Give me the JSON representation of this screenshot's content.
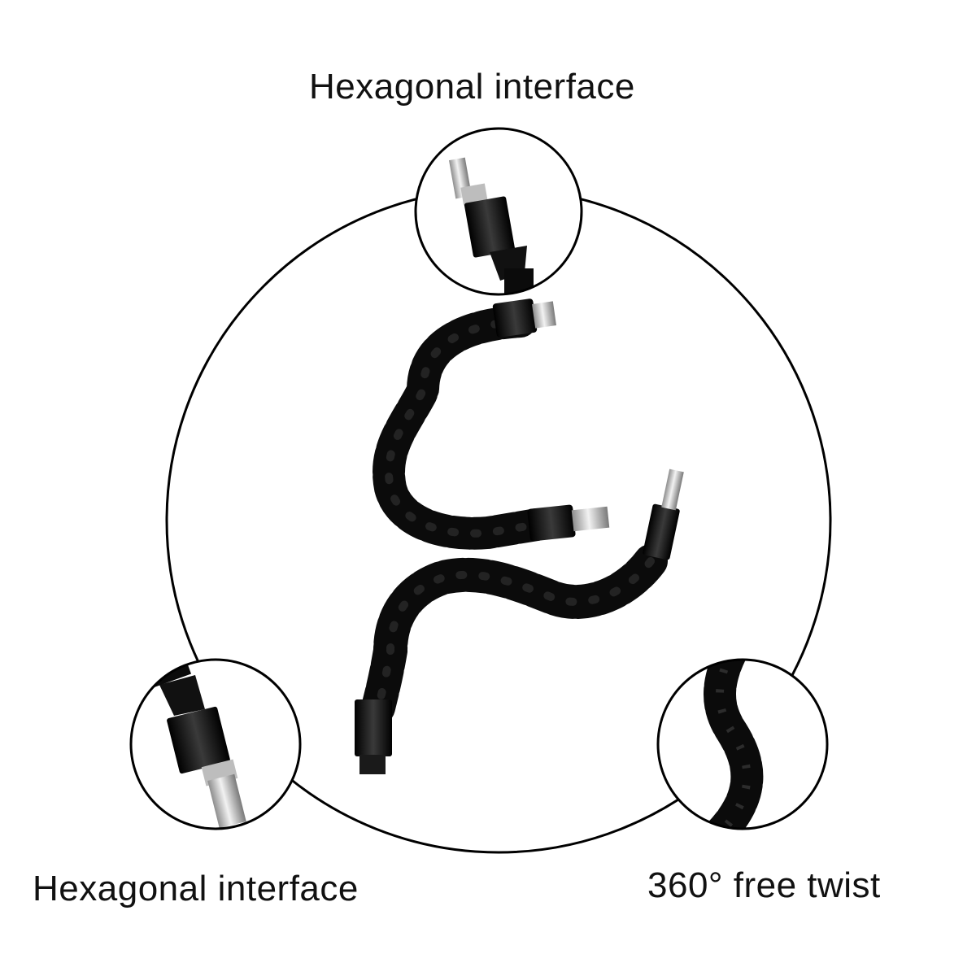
{
  "labels": {
    "top": "Hexagonal interface",
    "bottom_left": "Hexagonal interface",
    "bottom_right": "360° free twist"
  },
  "colors": {
    "background": "#ffffff",
    "outline": "#000000",
    "shaft": "#0a0a0a",
    "metal": "#c8c8c8",
    "text": "#111111"
  },
  "icons": [
    "hex-bit-icon",
    "flexible-shaft-icon"
  ]
}
